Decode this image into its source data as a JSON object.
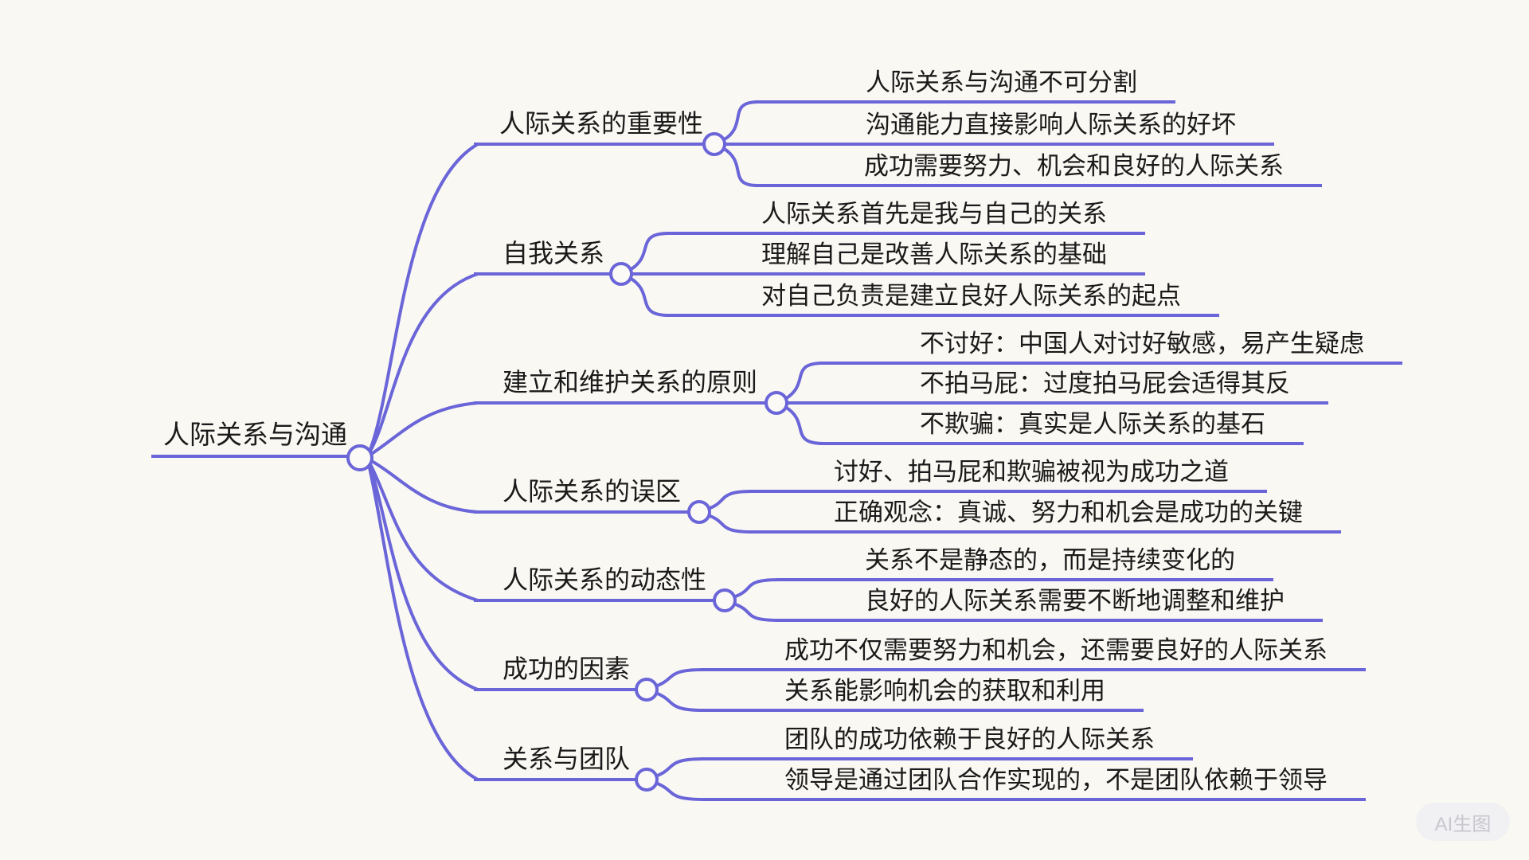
{
  "root": {
    "label": "人际关系与沟通"
  },
  "branches": [
    {
      "label": "人际关系的重要性",
      "children": [
        "人际关系与沟通不可分割",
        "沟通能力直接影响人际关系的好坏",
        "成功需要努力、机会和良好的人际关系"
      ]
    },
    {
      "label": "自我关系",
      "children": [
        "人际关系首先是我与自己的关系",
        "理解自己是改善人际关系的基础",
        "对自己负责是建立良好人际关系的起点"
      ]
    },
    {
      "label": "建立和维护关系的原则",
      "children": [
        "不讨好：中国人对讨好敏感，易产生疑虑",
        "不拍马屁：过度拍马屁会适得其反",
        "不欺骗：真实是人际关系的基石"
      ]
    },
    {
      "label": "人际关系的误区",
      "children": [
        "讨好、拍马屁和欺骗被视为成功之道",
        "正确观念：真诚、努力和机会是成功的关键"
      ]
    },
    {
      "label": "人际关系的动态性",
      "children": [
        "关系不是静态的，而是持续变化的",
        "良好的人际关系需要不断地调整和维护"
      ]
    },
    {
      "label": "成功的因素",
      "children": [
        "成功不仅需要努力和机会，还需要良好的人际关系",
        "关系能影响机会的获取和利用"
      ]
    },
    {
      "label": "关系与团队",
      "children": [
        "团队的成功依赖于良好的人际关系",
        "领导是通过团队合作实现的，不是团队依赖于领导"
      ]
    }
  ],
  "watermark": {
    "label": "AI生图"
  },
  "colors": {
    "line": "#6a65d8",
    "text": "#1a1a1a",
    "background": "#faf8f3"
  }
}
